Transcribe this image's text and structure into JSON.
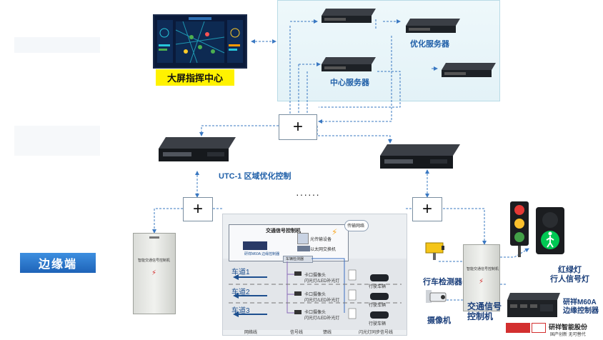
{
  "labels": {
    "big_screen": "大屏指挥中心",
    "optimization_server": "优化服务器",
    "central_server": "中心服务器",
    "utc_region": "UTC-1 区域优化控制",
    "dots": "······",
    "edge": "边缘端",
    "vehicle_detector": "行车检测器",
    "camera": "摄像机",
    "signal_controller": "交通信号\n控制机",
    "traffic_lights": "红绿灯\n行人信号灯",
    "edge_controller": "研祥M60A\n边缘控制器",
    "brand": "研祥智能股份",
    "brand_sub": "国产创新 无可替代"
  },
  "lanes_panel": {
    "controller_title": "交通信号控制机",
    "fiber_device": "光传输设备",
    "ethernet_switch": "以太网交换机",
    "m60a": "研祥M60A\n边缘控制器",
    "cloud": "传输网络",
    "detector": "车辆检测器",
    "lanes": [
      "车道1",
      "车道2",
      "车道3"
    ],
    "lane_items": [
      {
        "a": "卡口摄像头",
        "b": "闪光灯/LED补光灯"
      },
      {
        "a": "卡口摄像头",
        "b": "闪光灯/LED补光灯"
      },
      {
        "a": "卡口摄像头",
        "b": "闪光灯/LED补光灯"
      }
    ],
    "car_label": "行驶车辆",
    "legend": [
      "网络线",
      "信号线",
      "馈线",
      "闪光灯同步信号线"
    ]
  },
  "cabinet_label": "智能交通信号控制机",
  "cross_symbol": "+"
}
